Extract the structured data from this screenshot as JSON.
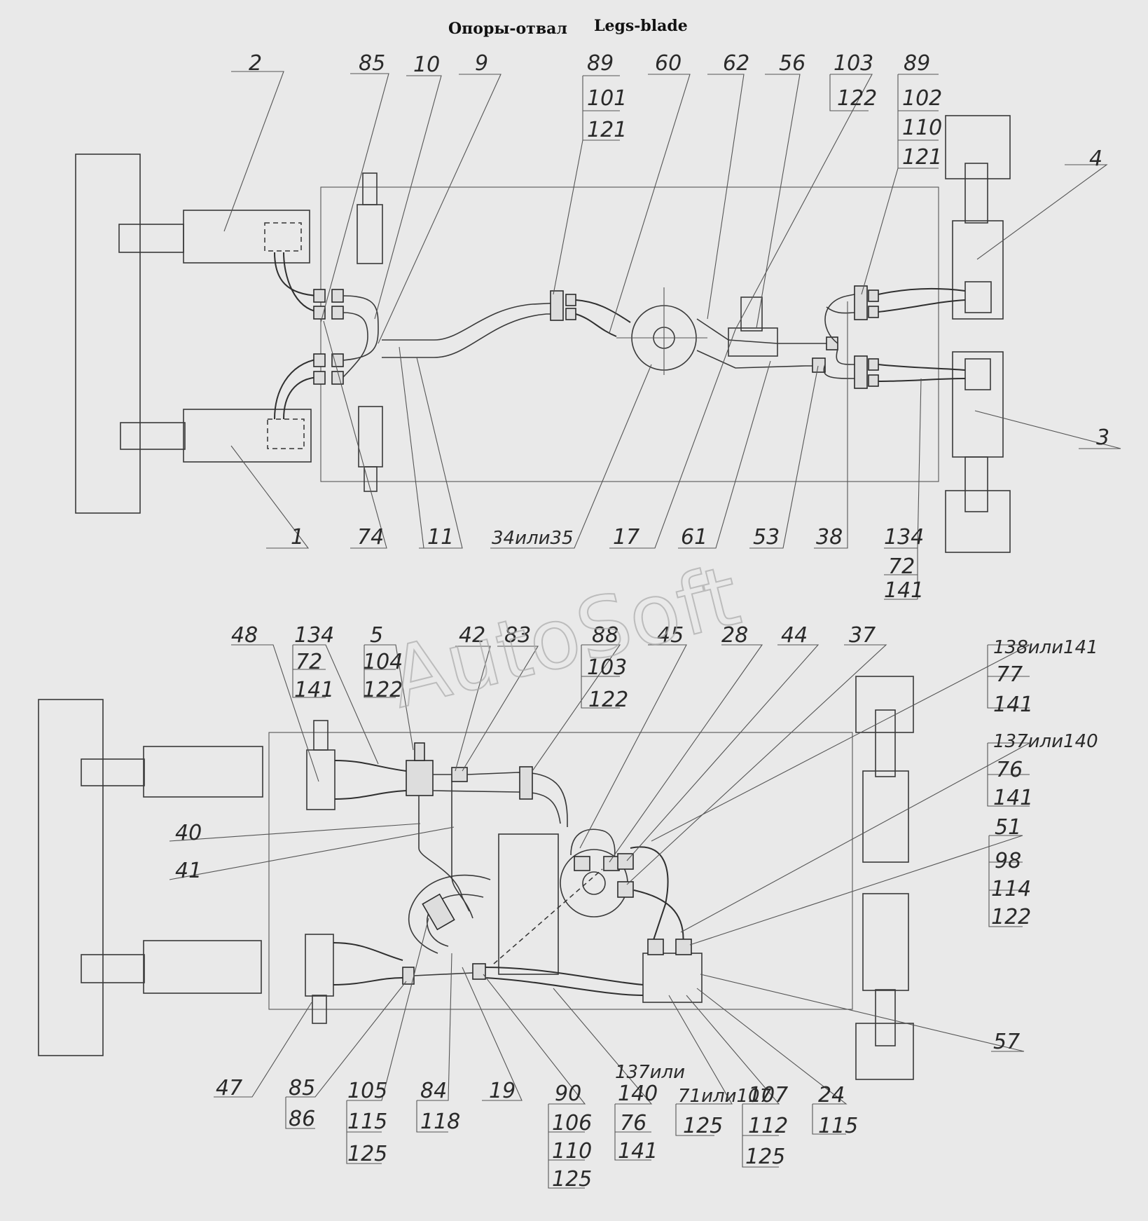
{
  "title": {
    "ru": "Опоры-отвал",
    "en": "Legs-blade"
  },
  "watermark": "AutoSoft",
  "top_view": {
    "labels": [
      {
        "id": "2",
        "text": "2"
      },
      {
        "id": "85",
        "text": "85"
      },
      {
        "id": "10",
        "text": "10"
      },
      {
        "id": "9",
        "text": "9"
      },
      {
        "id": "89a",
        "text": "89"
      },
      {
        "id": "101",
        "text": "101"
      },
      {
        "id": "121a",
        "text": "121"
      },
      {
        "id": "60",
        "text": "60"
      },
      {
        "id": "62",
        "text": "62"
      },
      {
        "id": "56",
        "text": "56"
      },
      {
        "id": "103",
        "text": "103"
      },
      {
        "id": "122",
        "text": "122"
      },
      {
        "id": "89b",
        "text": "89"
      },
      {
        "id": "102",
        "text": "102"
      },
      {
        "id": "110",
        "text": "110"
      },
      {
        "id": "121b",
        "text": "121"
      },
      {
        "id": "4",
        "text": "4"
      },
      {
        "id": "3",
        "text": "3"
      },
      {
        "id": "1",
        "text": "1"
      },
      {
        "id": "74",
        "text": "74"
      },
      {
        "id": "11",
        "text": "11"
      },
      {
        "id": "34",
        "text": "34или35"
      },
      {
        "id": "17",
        "text": "17"
      },
      {
        "id": "61",
        "text": "61"
      },
      {
        "id": "53",
        "text": "53"
      },
      {
        "id": "38",
        "text": "38"
      },
      {
        "id": "134",
        "text": "134"
      },
      {
        "id": "72",
        "text": "72"
      },
      {
        "id": "141",
        "text": "141"
      }
    ]
  },
  "bottom_view": {
    "labels": [
      {
        "id": "48",
        "text": "48"
      },
      {
        "id": "134",
        "text": "134"
      },
      {
        "id": "72",
        "text": "72"
      },
      {
        "id": "141a",
        "text": "141"
      },
      {
        "id": "5",
        "text": "5"
      },
      {
        "id": "104",
        "text": "104"
      },
      {
        "id": "122a",
        "text": "122"
      },
      {
        "id": "42",
        "text": "42"
      },
      {
        "id": "83",
        "text": "83"
      },
      {
        "id": "88",
        "text": "88"
      },
      {
        "id": "103",
        "text": "103"
      },
      {
        "id": "122b",
        "text": "122"
      },
      {
        "id": "45",
        "text": "45"
      },
      {
        "id": "28",
        "text": "28"
      },
      {
        "id": "44",
        "text": "44"
      },
      {
        "id": "37",
        "text": "37"
      },
      {
        "id": "138",
        "text": "138или141"
      },
      {
        "id": "77",
        "text": "77"
      },
      {
        "id": "141b",
        "text": "141"
      },
      {
        "id": "137a",
        "text": "137или140"
      },
      {
        "id": "76a",
        "text": "76"
      },
      {
        "id": "141c",
        "text": "141"
      },
      {
        "id": "51",
        "text": "51"
      },
      {
        "id": "98",
        "text": "98"
      },
      {
        "id": "114",
        "text": "114"
      },
      {
        "id": "122c",
        "text": "122"
      },
      {
        "id": "40",
        "text": "40"
      },
      {
        "id": "41",
        "text": "41"
      },
      {
        "id": "57",
        "text": "57"
      },
      {
        "id": "47",
        "text": "47"
      },
      {
        "id": "85",
        "text": "85"
      },
      {
        "id": "86",
        "text": "86"
      },
      {
        "id": "105",
        "text": "105"
      },
      {
        "id": "115a",
        "text": "115"
      },
      {
        "id": "125a",
        "text": "125"
      },
      {
        "id": "84",
        "text": "84"
      },
      {
        "id": "118",
        "text": "118"
      },
      {
        "id": "19",
        "text": "19"
      },
      {
        "id": "90",
        "text": "90"
      },
      {
        "id": "106",
        "text": "106"
      },
      {
        "id": "110",
        "text": "110"
      },
      {
        "id": "125b",
        "text": "125"
      },
      {
        "id": "137b1",
        "text": "137или"
      },
      {
        "id": "137b2",
        "text": "140"
      },
      {
        "id": "76b",
        "text": "76"
      },
      {
        "id": "141d",
        "text": "141"
      },
      {
        "id": "71",
        "text": "71или107"
      },
      {
        "id": "125c",
        "text": "125"
      },
      {
        "id": "107",
        "text": "107"
      },
      {
        "id": "112",
        "text": "112"
      },
      {
        "id": "125d",
        "text": "125"
      },
      {
        "id": "24",
        "text": "24"
      },
      {
        "id": "115b",
        "text": "115"
      }
    ]
  }
}
